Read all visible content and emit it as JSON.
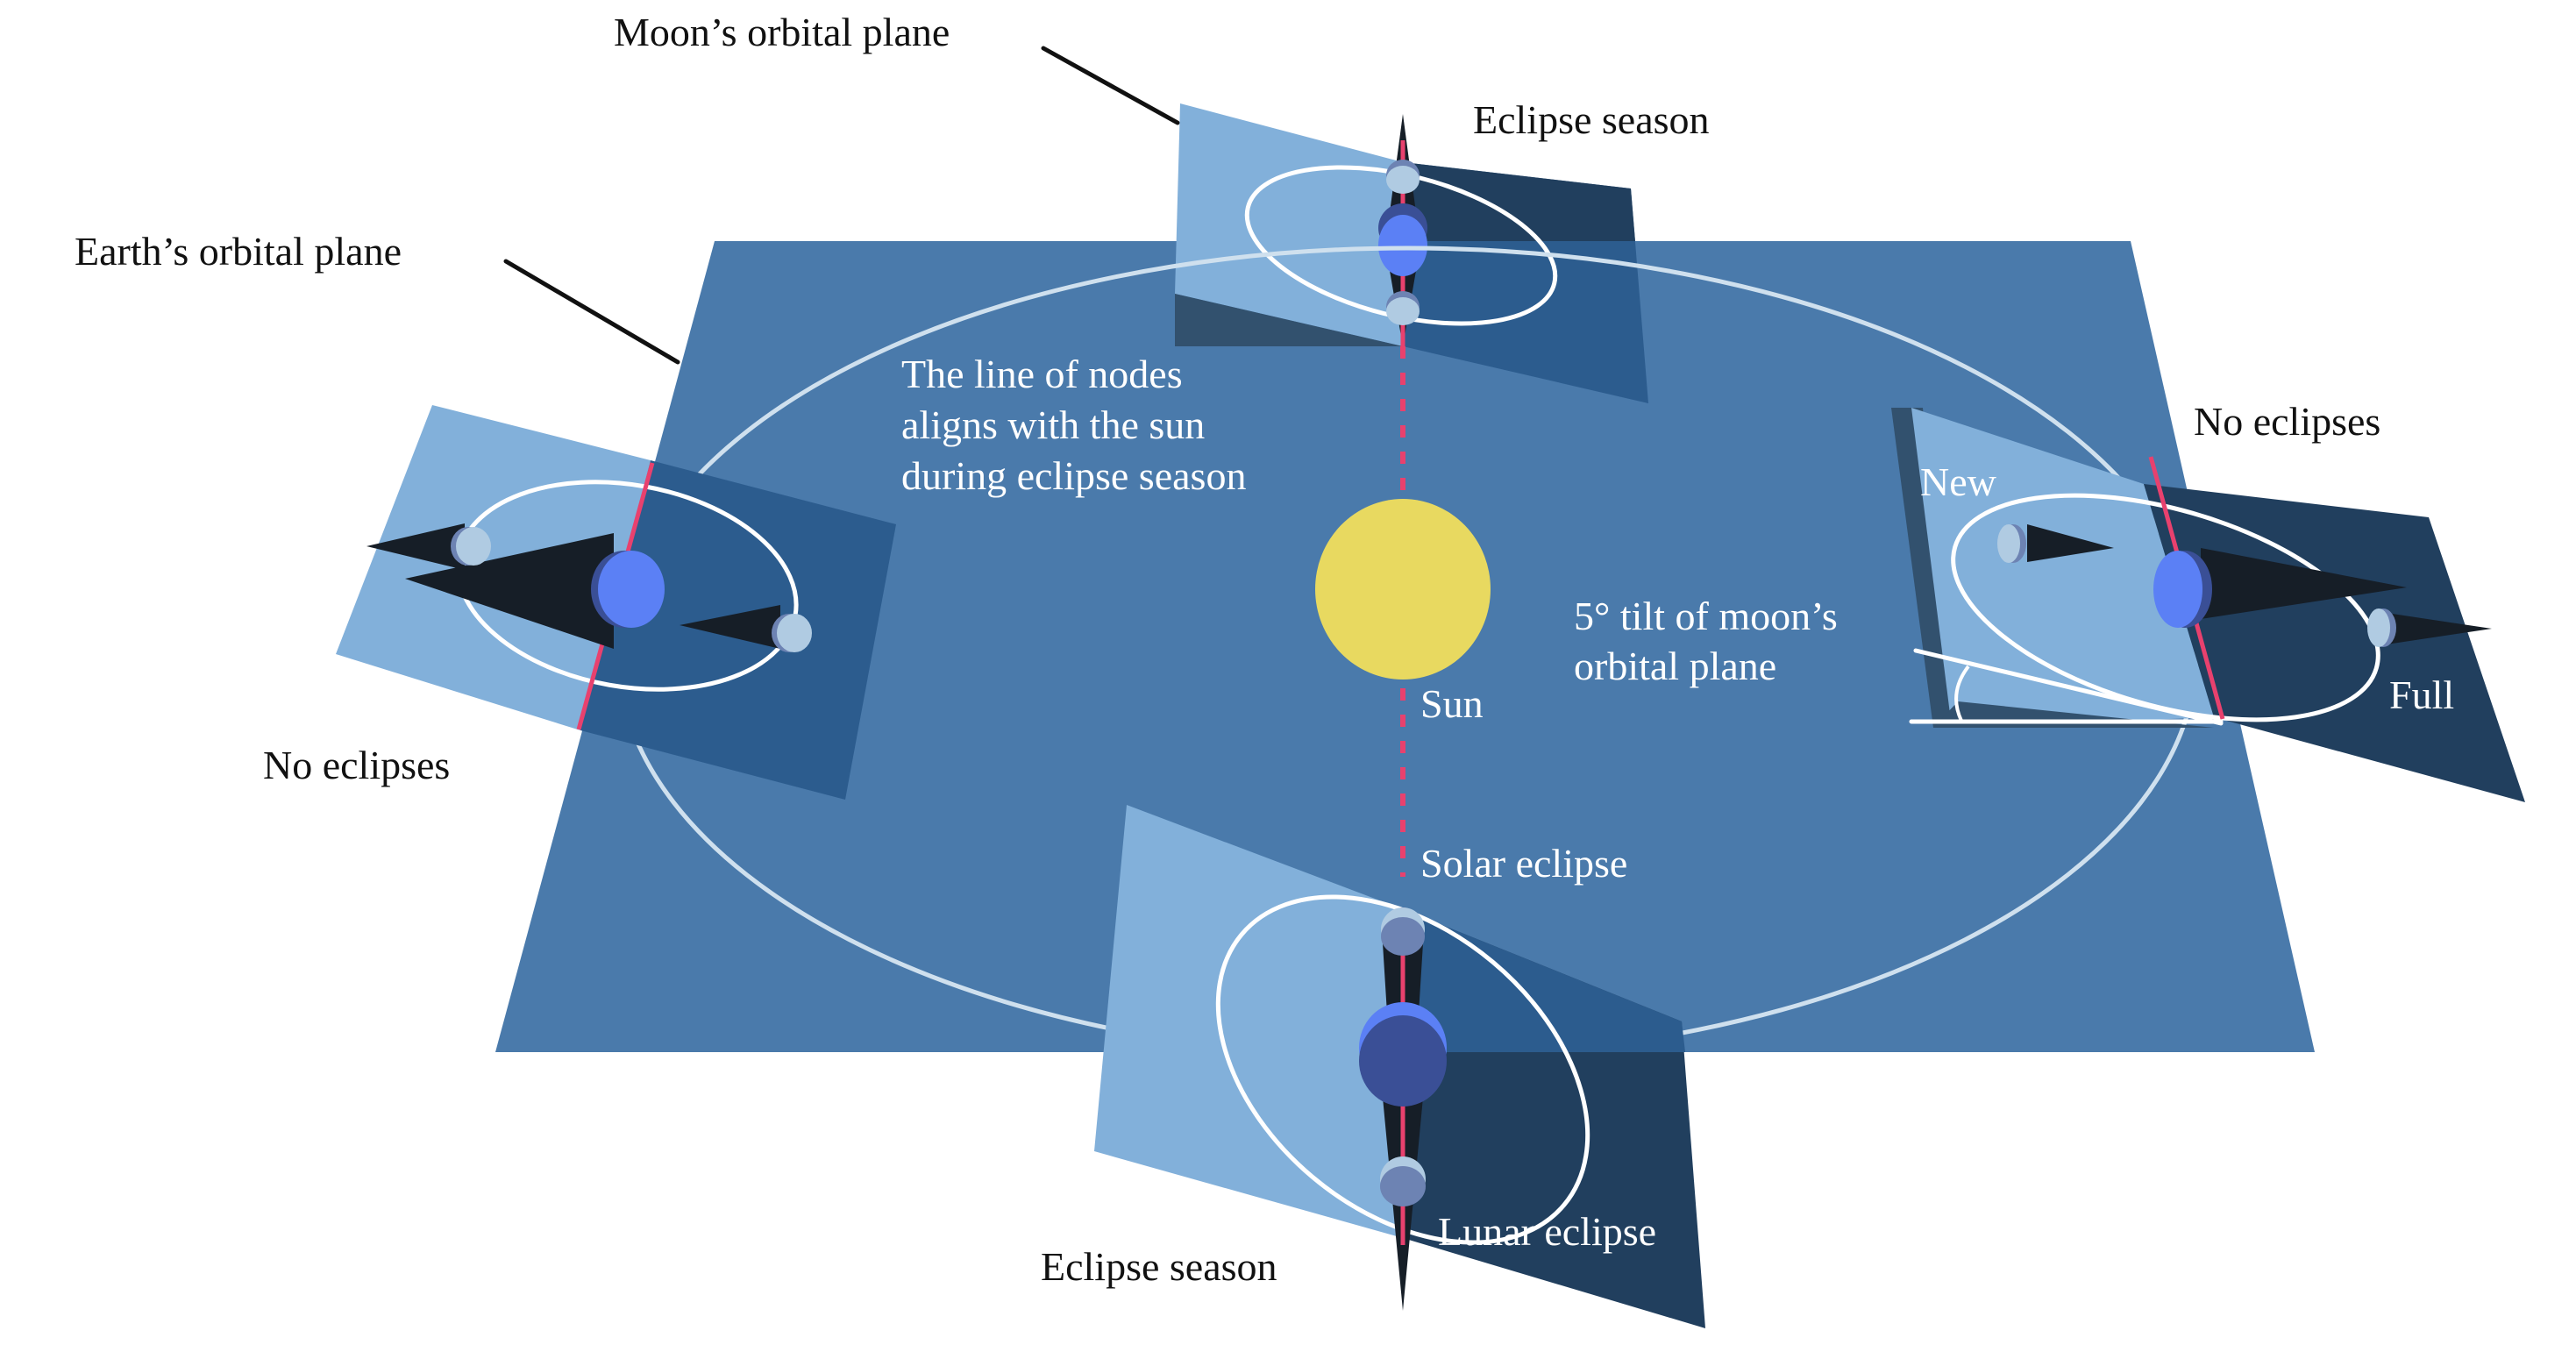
{
  "colors": {
    "earth_plane": "#4a7aab",
    "moon_plane_light": "#82b0da",
    "moon_plane_dark_front": "#2c5c8e",
    "moon_plane_dark_back": "#213f5e",
    "moon_plane_shadow": "#32516e",
    "orbit_line": "#ffffff",
    "earth_orbit_line": "#cfe0ee",
    "node_line": "#e8416e",
    "sun": "#e8d960",
    "earth": "#5b80f5",
    "earth_shade": "#3a4f96",
    "moon": "#b0cbe2",
    "moon_shade": "#6d83b3",
    "shadow_cone": "#161e27"
  },
  "labels": {
    "moon_orbital_plane": "Moon’s orbital plane",
    "earth_orbital_plane": "Earth’s orbital plane",
    "eclipse_season_top": "Eclipse season",
    "eclipse_season_bottom": "Eclipse season",
    "no_eclipses_left": "No eclipses",
    "no_eclipses_right": "No eclipses",
    "line_of_nodes_1": "The line of nodes",
    "line_of_nodes_2": "aligns with the sun",
    "line_of_nodes_3": "during eclipse season",
    "sun": "Sun",
    "solar_eclipse": "Solar eclipse",
    "lunar_eclipse": "Lunar eclipse",
    "new": "New",
    "full": "Full",
    "tilt_1": "5° tilt of moon’s",
    "tilt_2": "orbital plane"
  }
}
